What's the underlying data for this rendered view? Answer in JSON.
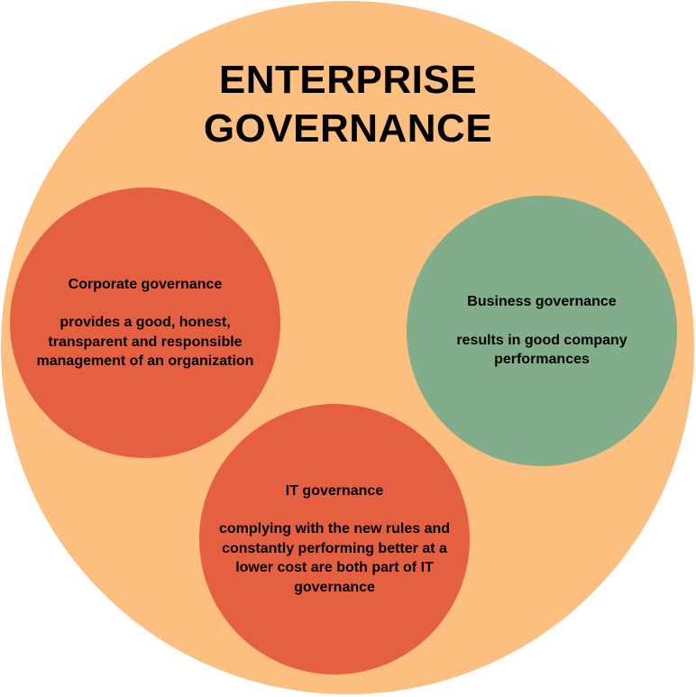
{
  "diagram": {
    "title_line1": "ENTERPRISE",
    "title_line2": "GOVERNANCE",
    "circles": [
      {
        "heading": "Corporate governance",
        "description": "provides a good, honest, transparent and responsible management of an organization"
      },
      {
        "heading": "Business governance",
        "description": "results in good company performances"
      },
      {
        "heading": "IT governance",
        "description": "complying with the new rules and constantly performing better at a lower cost are both part of IT governance"
      }
    ],
    "colors": {
      "outer": "#FDBF7F",
      "corporate": "#E55F41",
      "business": "#81AD8A",
      "it": "#E55F41"
    }
  }
}
